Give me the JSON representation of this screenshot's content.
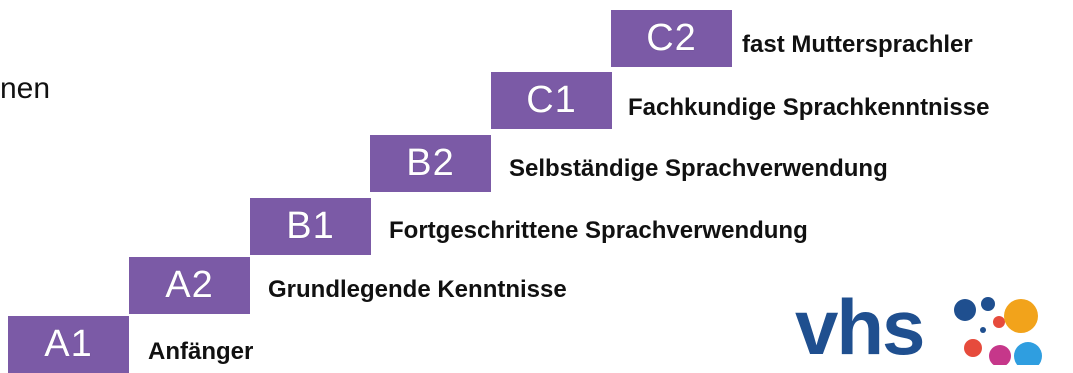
{
  "heading_fragment": "nen",
  "levels": [
    {
      "code": "A1",
      "description": "Anfänger"
    },
    {
      "code": "A2",
      "description": "Grundlegende Kenntnisse"
    },
    {
      "code": "B1",
      "description": "Fortgeschrittene Sprachverwendung"
    },
    {
      "code": "B2",
      "description": "Selbständige Sprachverwendung"
    },
    {
      "code": "C1",
      "description": "Fachkundige Sprachkenntnisse"
    },
    {
      "code": "C2",
      "description": "fast Muttersprachler"
    }
  ],
  "logo": {
    "text": "vhs",
    "text_color": "#1f4f8f",
    "dot_colors": [
      "#1f4f8f",
      "#e64b3c",
      "#f2a31b",
      "#2f9ee0",
      "#c6378a"
    ]
  },
  "colors": {
    "level_box": "#7b5aa6",
    "level_text": "#ffffff",
    "description_text": "#111111"
  }
}
